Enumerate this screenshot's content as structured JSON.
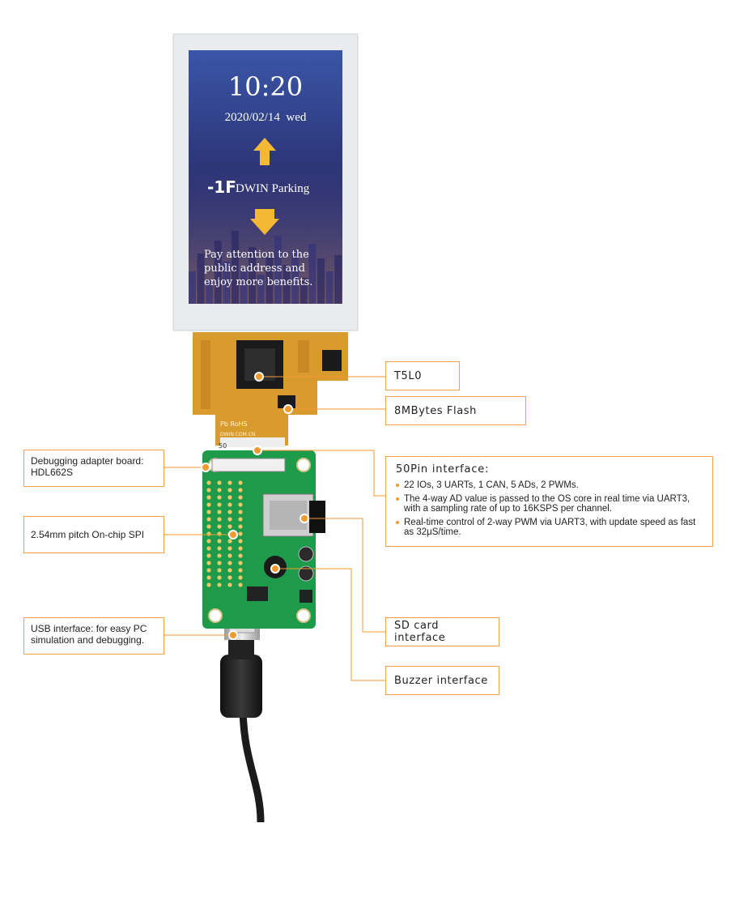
{
  "screen": {
    "time": "10:20",
    "date": "2020/02/14  wed",
    "floor": "-1F",
    "place": "DWIN Parking",
    "message_lines": [
      "Pay attention to the",
      "public address and",
      "enjoy more benefits."
    ]
  },
  "pcb": {
    "fpc_marks": [
      "Pb RoHS",
      "DWIN.COM.CN"
    ],
    "pin_number": "50"
  },
  "callouts": {
    "t5l0": "T5L0",
    "flash": "8MBytes Flash",
    "adapter_board": "Debugging adapter board: HDL662S",
    "spi": "2.54mm pitch On-chip SPI",
    "usb": "USB interface:  for easy PC simulation and debugging.",
    "sd_card": "SD card interface",
    "buzzer": "Buzzer interface",
    "interface_50pin": {
      "title": "50Pin interface:",
      "bullets": [
        "22 IOs, 3 UARTs, 1 CAN, 5 ADs, 2 PWMs.",
        "The 4-way AD value is passed to the OS core in real time via UART3, with a sampling rate of up to 16KSPS per channel.",
        "Real-time control of 2-way PWM via UART3, with update speed as fast as 32μS/time."
      ]
    }
  },
  "colors": {
    "accent": "#f29a2e",
    "callout_border": "#f0a14a",
    "fpc": "#d99a2e",
    "pcb": "#1d9a4a",
    "screen_top": "#3a56a8",
    "screen_bottom": "#211f55",
    "arrow": "#f4b834"
  }
}
